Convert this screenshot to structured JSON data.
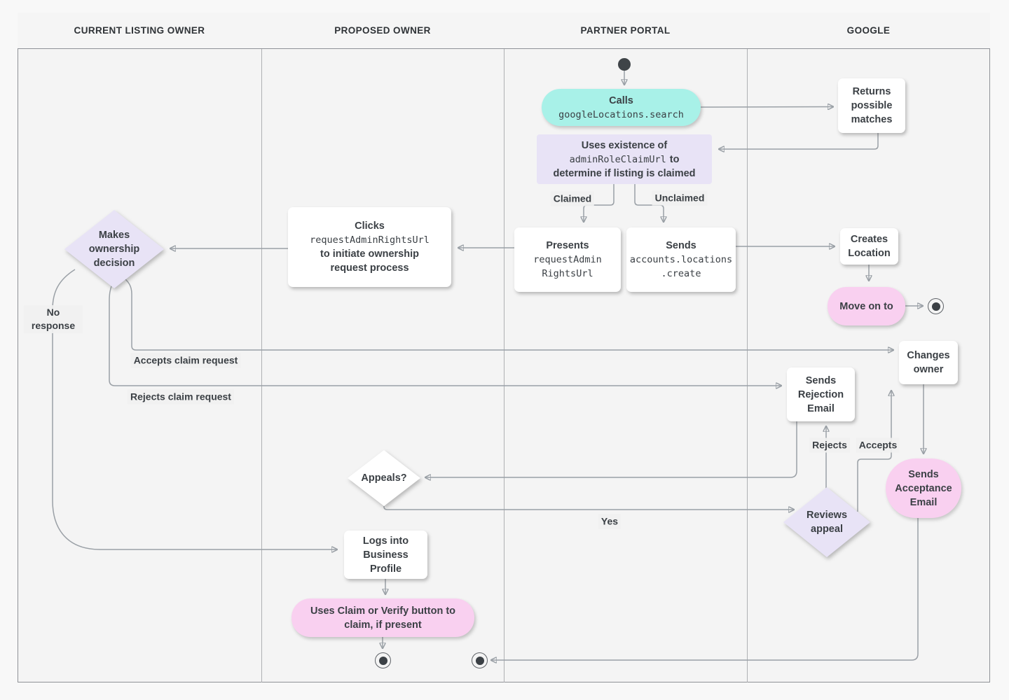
{
  "lanes": [
    {
      "label": "CURRENT LISTING OWNER"
    },
    {
      "label": "PROPOSED OWNER"
    },
    {
      "label": "PARTNER PORTAL"
    },
    {
      "label": "GOOGLE"
    }
  ],
  "nodes": {
    "calls": {
      "title": "Calls",
      "code": "googleLocations.search"
    },
    "returns_matches": {
      "label": "Returns possible matches"
    },
    "uses_existence": {
      "line1": "Uses existence of",
      "code": "adminRoleClaimUrl",
      "line2_tail": "to",
      "line3": "determine if listing is claimed"
    },
    "presents": {
      "title": "Presents",
      "code_line1": "requestAdmin",
      "code_line2": "RightsUrl"
    },
    "sends_create": {
      "title": "Sends",
      "code_line1": "accounts.locations",
      "code_line2": ".create"
    },
    "clicks": {
      "title": "Clicks",
      "code": "requestAdminRightsUrl",
      "line2": "to initiate ownership",
      "line3": "request process"
    },
    "makes_decision": {
      "label": "Makes ownership decision"
    },
    "creates_location": {
      "label": "Creates Location"
    },
    "move_on": {
      "label": "Move on to"
    },
    "changes_owner": {
      "label": "Changes owner"
    },
    "sends_rejection": {
      "label": "Sends Rejection Email"
    },
    "sends_acceptance": {
      "label": "Sends Acceptance Email"
    },
    "appeals": {
      "label": "Appeals?"
    },
    "reviews_appeal": {
      "label": "Reviews appeal"
    },
    "logs_in": {
      "label": "Logs into Business Profile"
    },
    "uses_claim": {
      "label": "Uses Claim or Verify button to claim, if present"
    }
  },
  "edge_labels": {
    "claimed": "Claimed",
    "unclaimed": "Unclaimed",
    "no_response": "No response",
    "accepts_claim": "Accepts claim request",
    "rejects_claim": "Rejects claim request",
    "rejects": "Rejects",
    "accepts": "Accepts",
    "yes": "Yes"
  },
  "colors": {
    "teal": "#a8f1e8",
    "lavender": "#e8e3f6",
    "pink": "#f9d0f0",
    "line": "#9aa0a6",
    "arrow": "#72777c",
    "text": "#3b4045"
  }
}
